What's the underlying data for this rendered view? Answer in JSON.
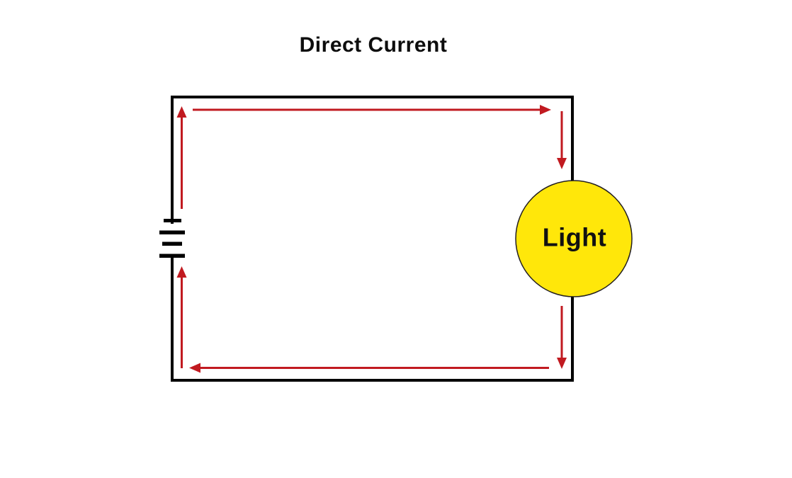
{
  "title": "Direct Current",
  "diagram": {
    "type": "electrical-circuit",
    "current_flow": "clockwise",
    "components": {
      "battery": {
        "name": "battery",
        "plates": 4
      },
      "light": {
        "label": "Light",
        "shape": "circle"
      }
    },
    "arrow_count": 6
  },
  "colors": {
    "wire": "#000000",
    "arrow": "#c11a20",
    "bulb_fill": "#ffe70a",
    "bulb_stroke": "#231f20",
    "background": "#ffffff",
    "text": "#0d0d0d"
  }
}
